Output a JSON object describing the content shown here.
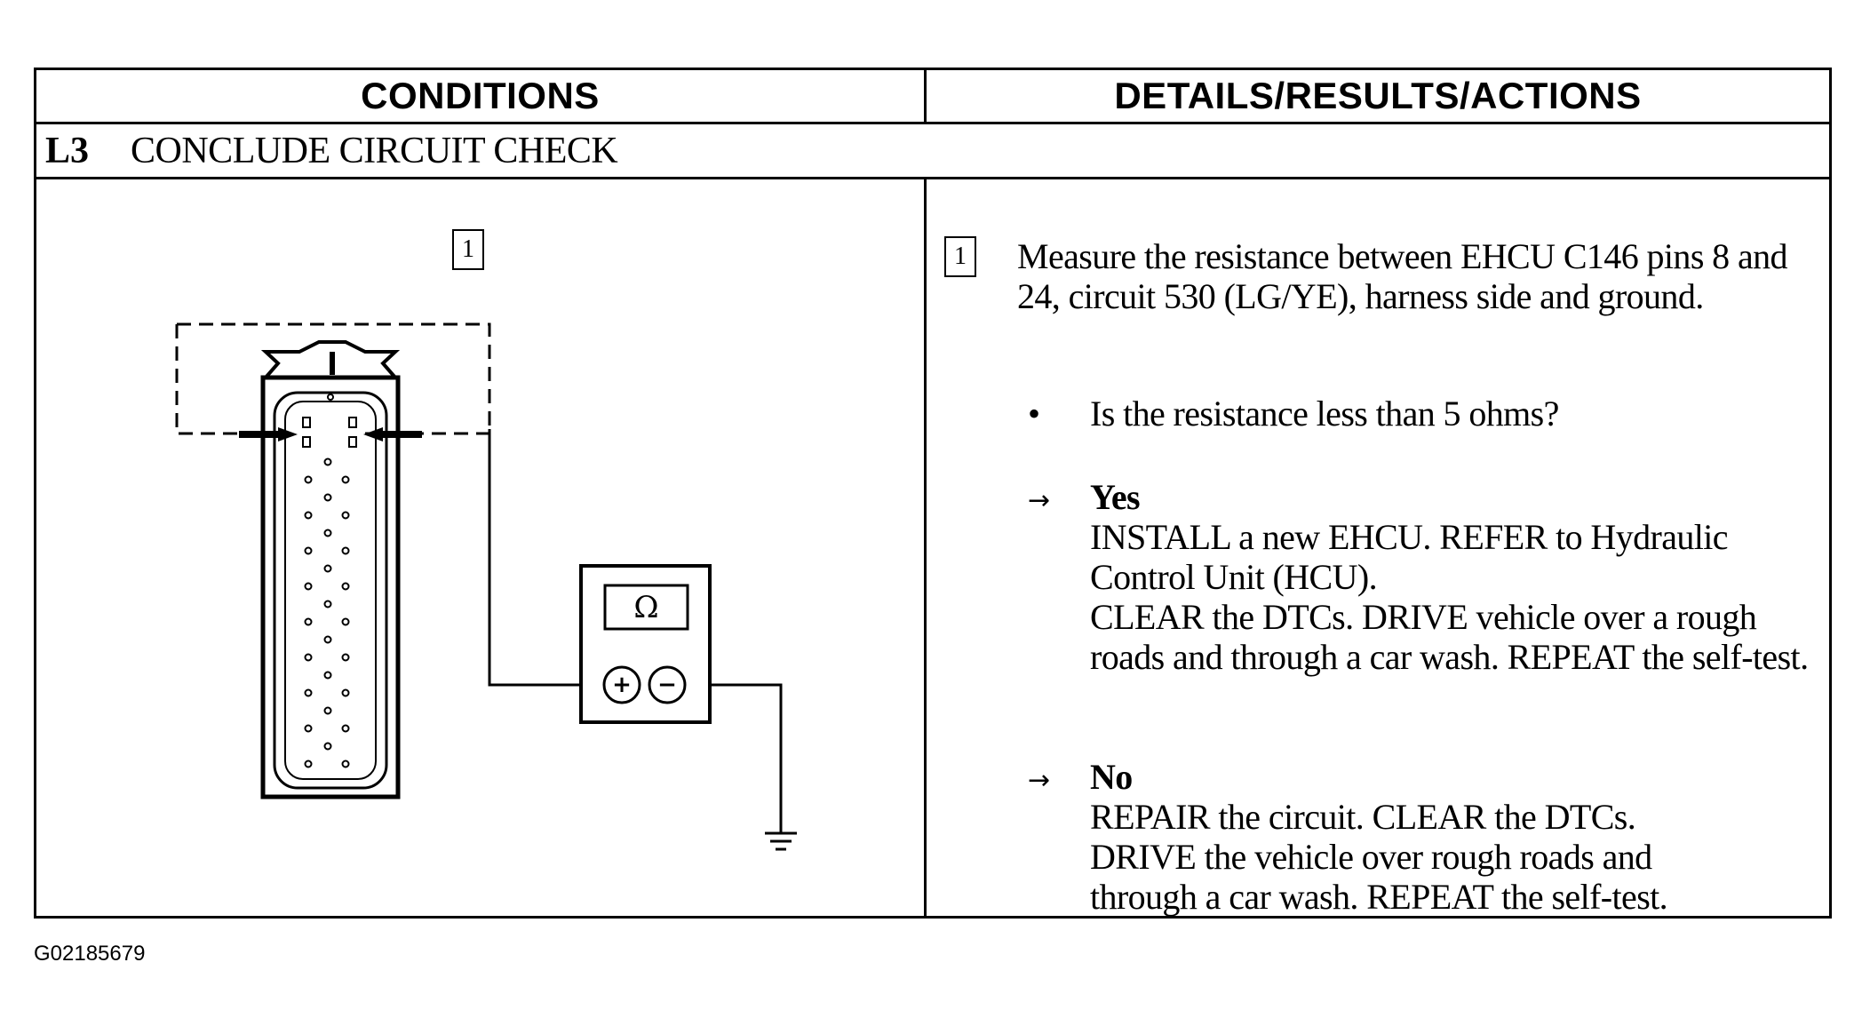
{
  "table": {
    "header_left": "CONDITIONS",
    "header_right": "DETAILS/RESULTS/ACTIONS",
    "step_code": "L3",
    "step_title": "CONCLUDE CIRCUIT CHECK"
  },
  "diagram": {
    "step_box": "1",
    "meter_symbol": "Ω",
    "meter_plus": "+",
    "meter_minus": "−"
  },
  "details": {
    "step_box": "1",
    "instruction": "Measure the resistance between EHCU C146 pins 8 and 24, circuit 530 (LG/YE), harness side and ground.",
    "bullet": "•",
    "question": "Is the resistance less than 5 ohms?",
    "arrow": "→",
    "yes_label": "Yes",
    "yes_text_1": "INSTALL a new EHCU. REFER to Hydraulic Control Unit (HCU).",
    "yes_text_2": "CLEAR the DTCs. DRIVE vehicle over a rough roads and through a car wash. REPEAT the self-test.",
    "no_label": "No",
    "no_text": "REPAIR the circuit. CLEAR the DTCs. DRIVE the vehicle over rough roads and through a car wash. REPEAT the self-test."
  },
  "figure_id": "G02185679"
}
